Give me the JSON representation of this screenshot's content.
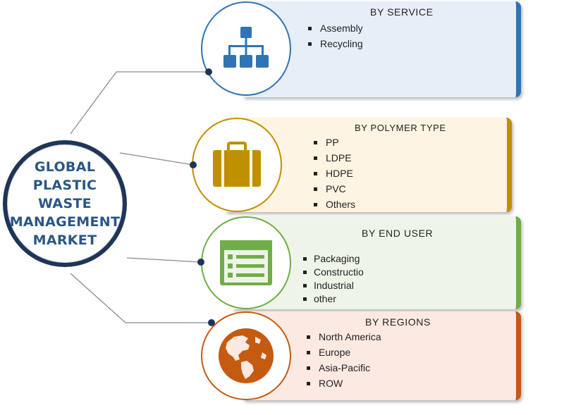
{
  "hub": {
    "line1": "GLOBAL",
    "line2": "PLASTIC",
    "line3": "WASTE",
    "line4": "MANAGEMENT",
    "line5": "MARKET"
  },
  "segments": [
    {
      "title": "BY SERVICE",
      "icon": "hierarchy-icon",
      "color": "#2f74b5",
      "fill": "#e7eef8",
      "items": [
        "Assembly",
        "Recycling"
      ]
    },
    {
      "title": "BY POLYMER TYPE",
      "icon": "briefcase-icon",
      "color": "#bf9000",
      "fill": "#fdf4e3",
      "items": [
        "PP",
        "LDPE",
        "HDPE",
        "PVC",
        "Others"
      ]
    },
    {
      "title": "BY END USER",
      "icon": "list-form-icon",
      "color": "#70ad47",
      "fill": "#eef5e8",
      "items": [
        "Packaging",
        "Constructio",
        "Industrial",
        "other"
      ]
    },
    {
      "title": "BY REGIONS",
      "icon": "globe-icon",
      "color": "#c55a11",
      "fill": "#fce9e1",
      "items": [
        "North America",
        "Europe",
        "Asia-Pacific",
        "ROW"
      ]
    }
  ]
}
